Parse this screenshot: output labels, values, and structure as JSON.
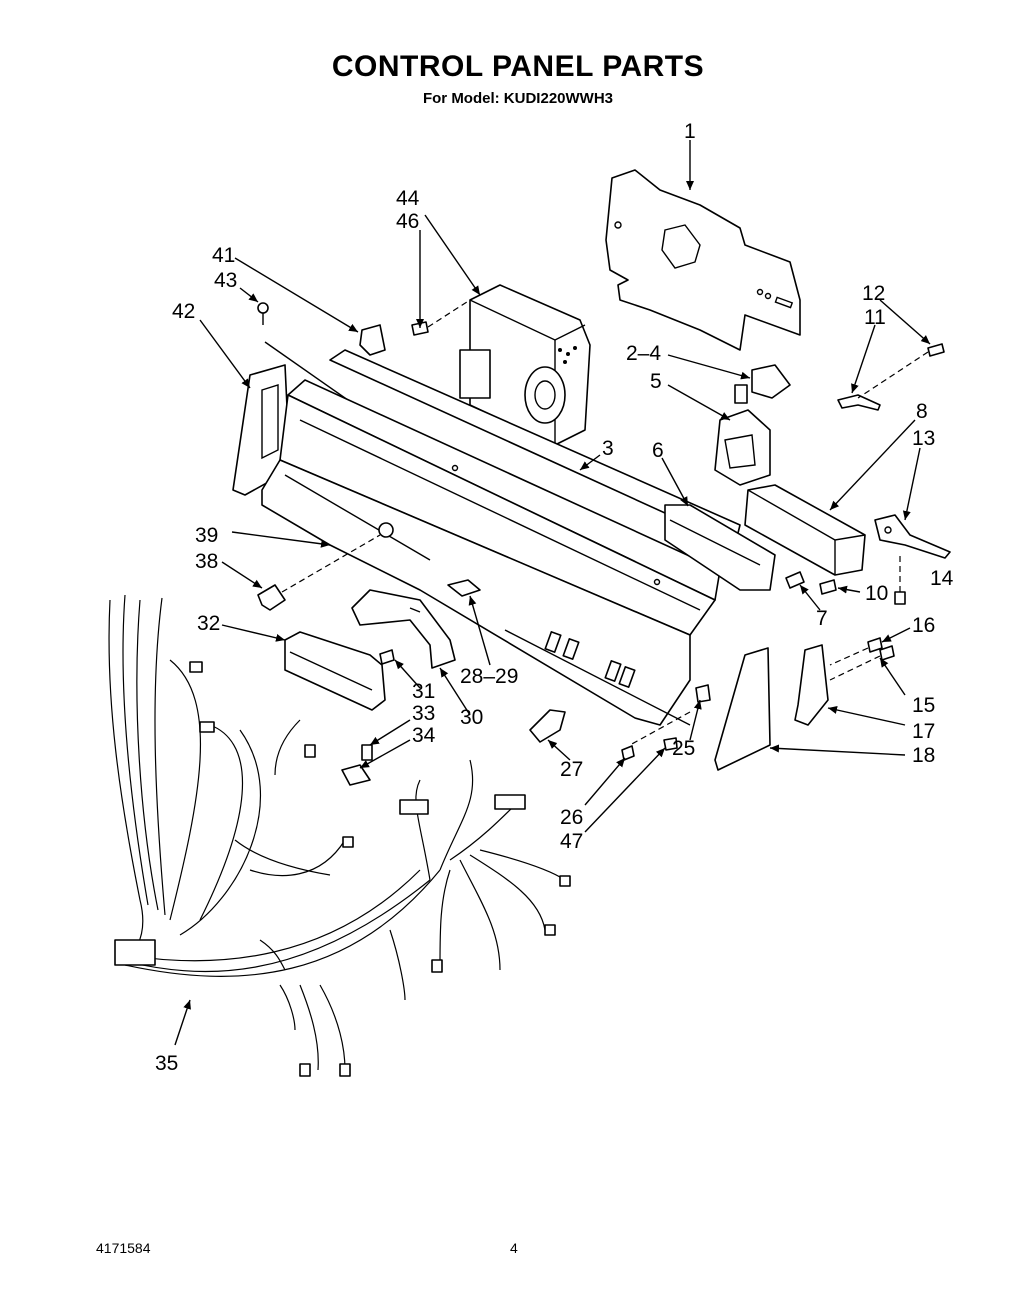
{
  "header": {
    "title": "CONTROL PANEL PARTS",
    "subtitle": "For Model: KUDI220WWH3"
  },
  "footer": {
    "document_number": "4171584",
    "page_number": "4"
  },
  "part_labels": {
    "p1": "1",
    "p44": "44",
    "p46": "46",
    "p41": "41",
    "p43": "43",
    "p42": "42",
    "p12": "12",
    "p11": "11",
    "p2_4": "2–4",
    "p5": "5",
    "p3": "3",
    "p6": "6",
    "p8": "8",
    "p13": "13",
    "p39": "39",
    "p38": "38",
    "p32": "32",
    "p7": "7",
    "p10": "10",
    "p14": "14",
    "p16": "16",
    "p28_29": "28–29",
    "p31": "31",
    "p30": "30",
    "p33": "33",
    "p34": "34",
    "p15": "15",
    "p17": "17",
    "p18": "18",
    "p25": "25",
    "p27": "27",
    "p26": "26",
    "p47": "47",
    "p35": "35"
  }
}
